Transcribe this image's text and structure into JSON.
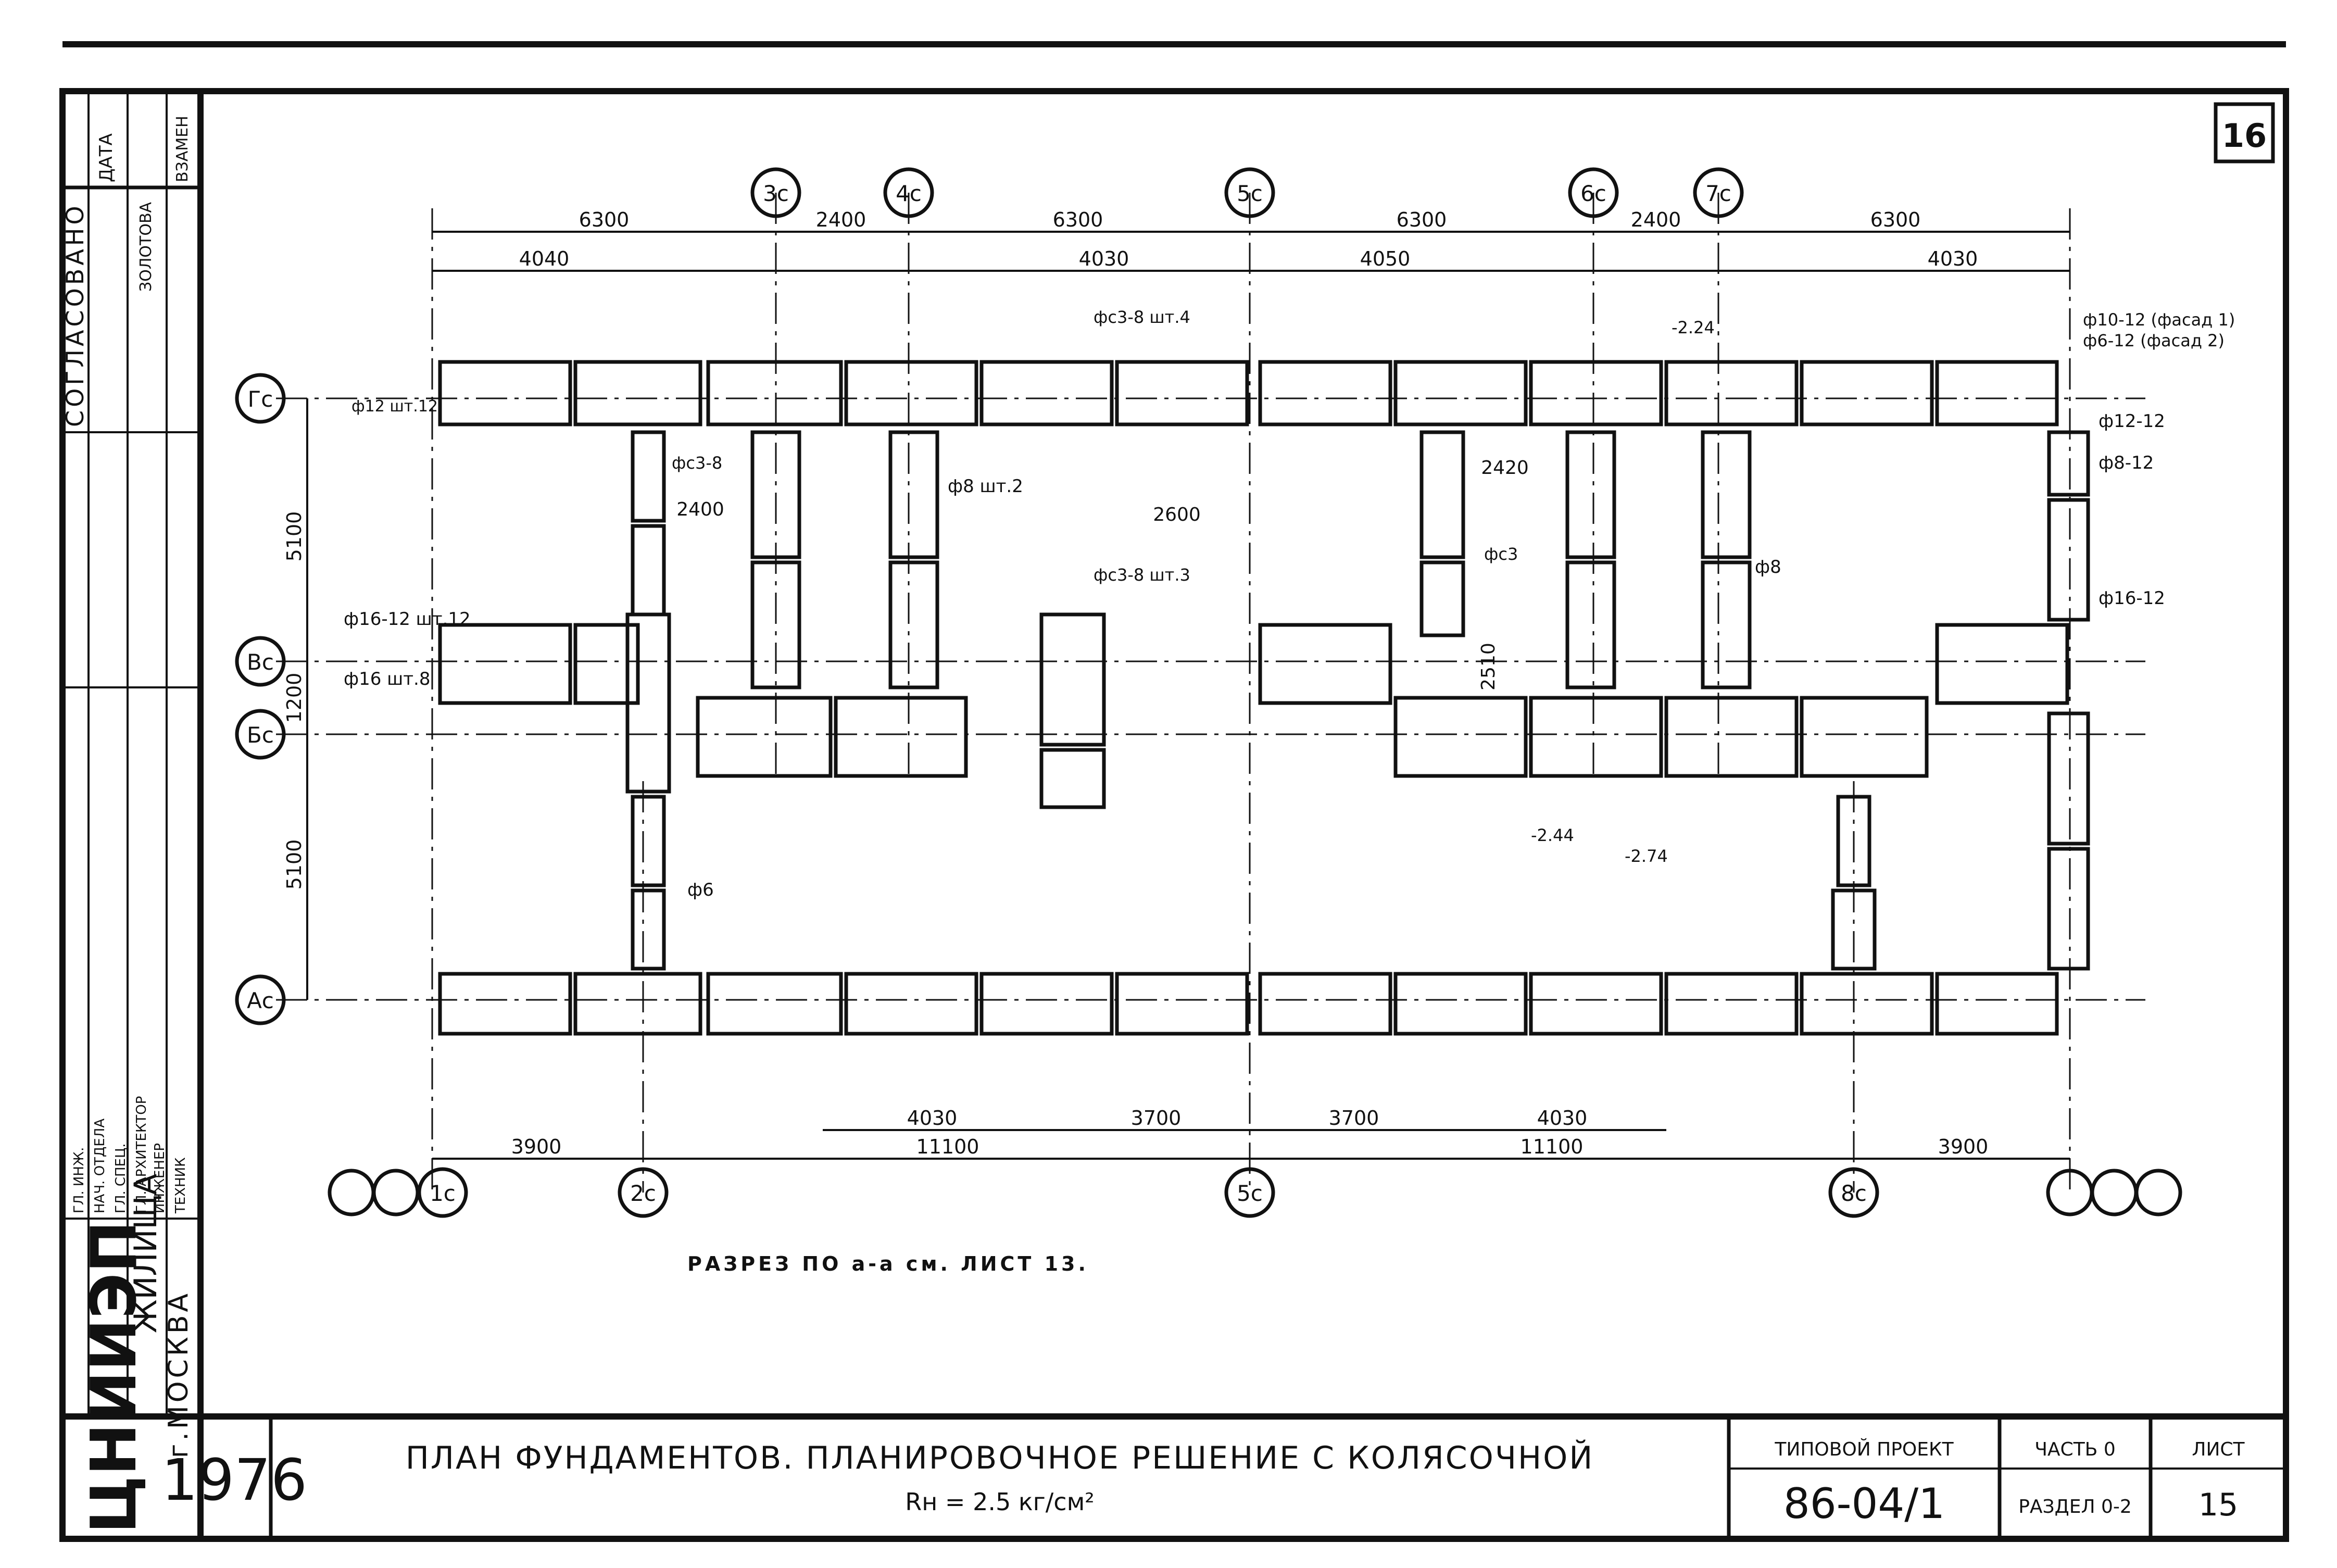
{
  "sheet_number_top": "16",
  "axes_top": [
    "3с",
    "4с",
    "5с",
    "6с",
    "7с"
  ],
  "axes_bottom": [
    "1с",
    "2с",
    "5с",
    "8с"
  ],
  "axes_left": [
    "Гс",
    "Вс",
    "Бс",
    "Ас"
  ],
  "dims_top_row1": [
    "6300",
    "2400",
    "6300",
    "6300",
    "2400",
    "6300"
  ],
  "dims_top_row2": [
    "4040",
    "4030",
    "4050",
    "4030"
  ],
  "dims_bottom_row1": [
    "4030",
    "3700",
    "3700",
    "4030"
  ],
  "dims_bottom_row2": [
    "3900",
    "11100",
    "11100",
    "3900"
  ],
  "dims_left": [
    "5100",
    "1200",
    "5100"
  ],
  "dims_inner": [
    "2400",
    "2600",
    "2420",
    "2510"
  ],
  "rebar_labels": [
    "ф10-12 (фасад 1)",
    "ф6-12 (фасад 2)",
    "ф12 шт.12",
    "ф16-12 шт.12",
    "ф16 шт.8",
    "ф12-12",
    "ф8-12",
    "ф16-12",
    "ф8 шт.2",
    "фс3-8",
    "фс3-8 шт.4",
    "фс3-8 шт.3",
    "фс3",
    "ф6",
    "ф8"
  ],
  "marks_labels": [
    "-2.44",
    "-2.74",
    "-2.24"
  ],
  "note": "РАЗРЕЗ ПО а-а см. ЛИСТ 13.",
  "left_stamp": {
    "agreed": "СОГЛАСОВАНО",
    "date": "ДАТА",
    "inv": "ЗОЛОТОВА",
    "vz": "ВЗАМЕН",
    "signatures": [
      "ГЛ. ИНЖ.",
      "НАЧ. ОТДЕЛА",
      "ГЛ. СПЕЦ.",
      "ГЛ. АРХИТЕКТОР",
      "ИНЖЕНЕР",
      "ТЕХНИК"
    ],
    "org_logo": "ЦНИИЭП",
    "org_name": "ЖИЛИЩА",
    "city": "г.МОСКВА"
  },
  "title_block": {
    "year": "1976",
    "title": "ПЛАН ФУНДАМЕНТОВ. ПЛАНИРОВОЧНОЕ РЕШЕНИЕ С КОЛЯСОЧНОЙ",
    "subtitle": "Rн = 2.5 кг/см²",
    "project_label": "ТИПОВОЙ ПРОЕКТ",
    "project_code": "86-04/1",
    "part": "ЧАСТЬ 0",
    "section": "РАЗДЕЛ 0-2",
    "sheet_label": "ЛИСТ",
    "sheet_no": "15"
  }
}
